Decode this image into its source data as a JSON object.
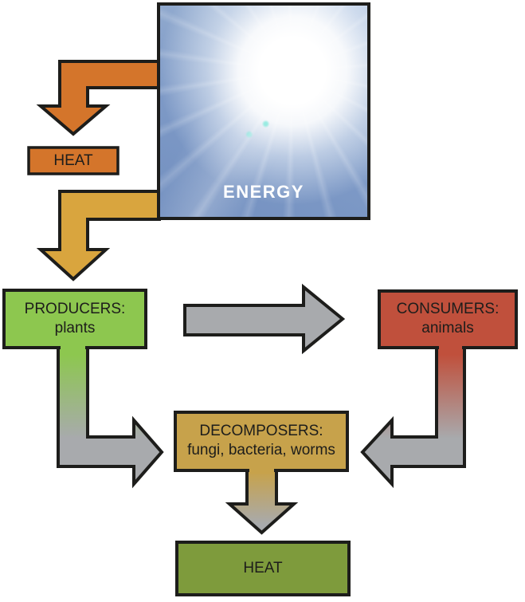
{
  "diagram": {
    "name": "energy-flow-ecosystem-diagram",
    "energy": {
      "label": "ENERGY"
    },
    "heat_top": {
      "label": "HEAT"
    },
    "producers": {
      "line1": "PRODUCERS:",
      "line2": "plants"
    },
    "consumers": {
      "line1": "CONSUMERS:",
      "line2": "animals"
    },
    "decomposers": {
      "line1": "DECOMPOSERS:",
      "line2": "fungi, bacteria, worms"
    },
    "heat_bottom": {
      "label": "HEAT"
    },
    "edges": [
      {
        "from": "ENERGY",
        "to": "HEAT (top)",
        "style": "orange elbow arrow"
      },
      {
        "from": "ENERGY",
        "to": "PRODUCERS",
        "style": "gold elbow arrow"
      },
      {
        "from": "PRODUCERS",
        "to": "CONSUMERS",
        "style": "gray right arrow"
      },
      {
        "from": "PRODUCERS",
        "to": "DECOMPOSERS",
        "style": "green-to-gray elbow arrow"
      },
      {
        "from": "CONSUMERS",
        "to": "DECOMPOSERS",
        "style": "red-to-gray elbow arrow"
      },
      {
        "from": "DECOMPOSERS",
        "to": "HEAT (bottom)",
        "style": "tan-to-gray down arrow"
      }
    ],
    "colors": {
      "orange": "#d4752b",
      "gold": "#d9a53e",
      "green": "#8dc74f",
      "red": "#c0503c",
      "tan": "#c7a24b",
      "olive": "#7e9b3c",
      "gray": "#a8aaad",
      "outline": "#1d1d1b",
      "sky_blue": "#7390c0",
      "label_text": "#1d1d1b",
      "energy_text": "#ffffff"
    }
  }
}
